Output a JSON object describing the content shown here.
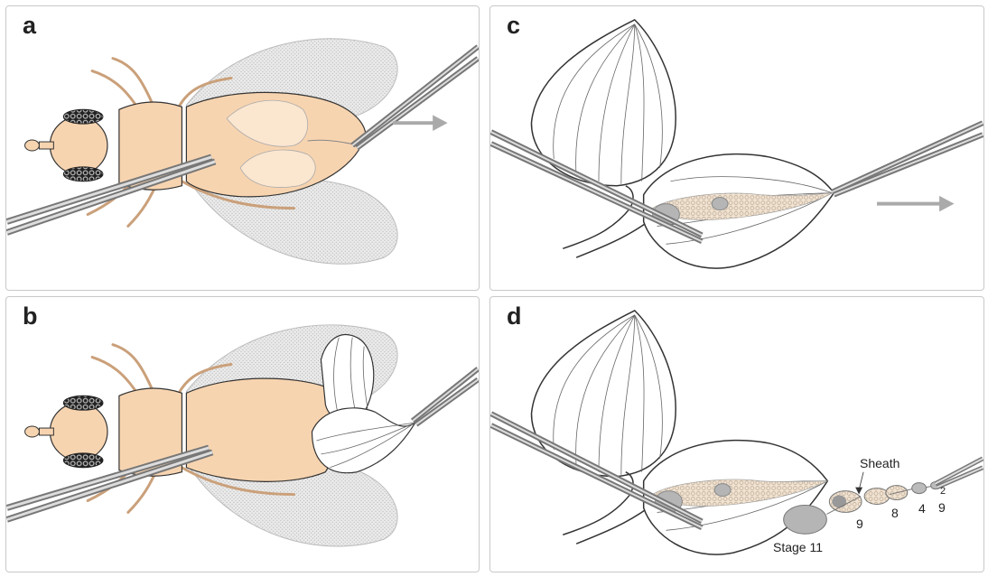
{
  "panels": {
    "a": {
      "letter": "a"
    },
    "b": {
      "letter": "b"
    },
    "c": {
      "letter": "c"
    },
    "d": {
      "letter": "d",
      "labels": {
        "sheath": "Sheath",
        "stage11": "Stage 11",
        "s9a": "9",
        "s8": "8",
        "s4": "4",
        "s9b": "9",
        "s2": "2"
      }
    }
  },
  "icons": [
    "fly-illustration",
    "forceps-icon",
    "arrow-icon",
    "ovary-illustration",
    "egg-chamber-icon"
  ],
  "colors": {
    "body": "#f7d4b0",
    "ovary": "#fbe6d0",
    "wing": "#e4e4e4",
    "forceps": "#9a9a9a",
    "arrow": "#aaaaaa",
    "egg_chamber": "#b5b5b5"
  }
}
